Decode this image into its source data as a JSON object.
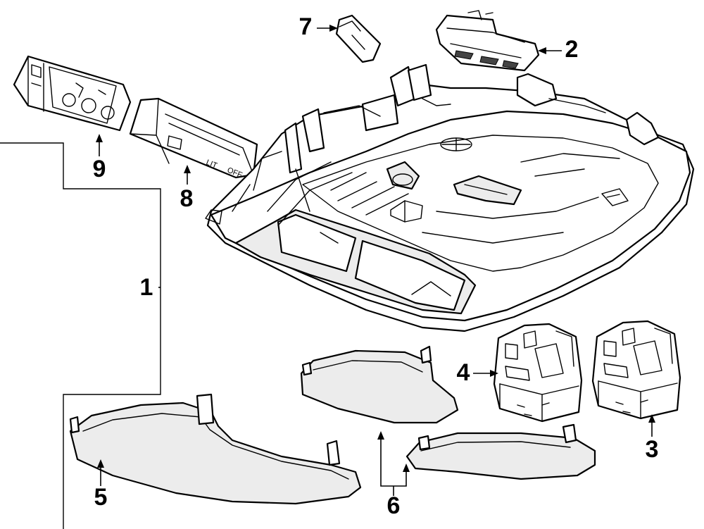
{
  "callouts": {
    "c1": "1",
    "c2": "2",
    "c3": "3",
    "c4": "4",
    "c5": "5",
    "c6": "6",
    "c7": "7",
    "c8": "8",
    "c9": "9"
  },
  "part_marks": {
    "switch_8_mark": "LIT",
    "switch_8_side": "OFF"
  },
  "colors": {
    "line": "#000000",
    "background": "#ffffff",
    "lens_fill": "#ececec"
  }
}
